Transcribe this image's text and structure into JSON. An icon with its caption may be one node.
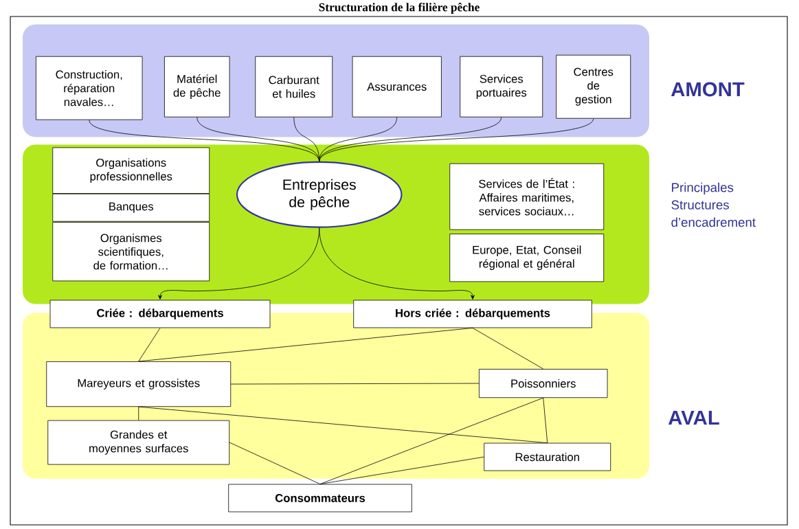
{
  "diagram": {
    "title": "Structuration de la filière pêche",
    "nodes": [
      {
        "text": [
          "AMONT"
        ]
      },
      {
        "text": [
          "Construction, réparation navales…"
        ],
        "in": 0
      },
      {
        "text": [
          "Matériel de pêche"
        ],
        "in": 0
      },
      {
        "text": [
          "Carburant et huiles"
        ],
        "in": 0
      },
      {
        "text": [
          "Assurances"
        ],
        "in": 0
      },
      {
        "text": [
          "Services portuaires"
        ],
        "in": 0
      },
      {
        "text": [
          "Centres de gestion"
        ],
        "in": 0
      },
      {
        "text": [
          "Principales Structures d’encadrement"
        ]
      },
      {
        "text": [
          "Organisations professionnelles"
        ],
        "in": 7
      },
      {
        "text": [
          "Banques"
        ],
        "in": 7
      },
      {
        "text": [
          "Organismes scientifiques, de formation…"
        ],
        "in": 7
      },
      {
        "text": [
          "Entreprises de pêche"
        ],
        "in": 7
      },
      {
        "text": [
          "Services de l’État : Affaires maritimes, services sociaux…"
        ],
        "in": 7
      },
      {
        "text": [
          "Europe, Etat, Conseil régional et général"
        ],
        "in": 7
      },
      {
        "text": [
          "Criée : débarquements"
        ]
      },
      {
        "text": [
          "Hors criée : débarquements"
        ]
      },
      {
        "text": [
          "AVAL"
        ]
      },
      {
        "text": [
          "Mareyeurs et grossistes"
        ],
        "in": 16
      },
      {
        "text": [
          "Poissonniers"
        ],
        "in": 16
      },
      {
        "text": [
          "Grandes et moyennes surfaces"
        ],
        "in": 16
      },
      {
        "text": [
          "Restauration"
        ],
        "in": 16
      },
      {
        "text": [
          "Consommateurs"
        ]
      }
    ],
    "edges": [
      {
        "from": 1,
        "to": 11,
        "arrow": "none"
      },
      {
        "from": 2,
        "to": 11,
        "arrow": "none"
      },
      {
        "from": 3,
        "to": 11,
        "arrow": "none"
      },
      {
        "from": 4,
        "to": 11,
        "arrow": "none"
      },
      {
        "from": 5,
        "to": 11,
        "arrow": "none"
      },
      {
        "from": 6,
        "to": 11,
        "arrow": "none"
      },
      {
        "from": 11,
        "to": 14,
        "arrow": "to"
      },
      {
        "from": 11,
        "to": 15,
        "arrow": "to"
      },
      {
        "from": 14,
        "to": 17,
        "arrow": "none"
      },
      {
        "from": 15,
        "to": 17,
        "arrow": "none"
      },
      {
        "from": 15,
        "to": 18,
        "arrow": "none"
      },
      {
        "from": 17,
        "to": 18,
        "arrow": "none"
      },
      {
        "from": 17,
        "to": 19,
        "arrow": "none"
      },
      {
        "from": 17,
        "to": 20,
        "arrow": "none"
      },
      {
        "from": 18,
        "to": 20,
        "arrow": "none"
      },
      {
        "from": 18,
        "to": 21,
        "arrow": "none"
      },
      {
        "from": 19,
        "to": 21,
        "arrow": "none"
      },
      {
        "from": 20,
        "to": 21,
        "arrow": "none"
      }
    ]
  }
}
